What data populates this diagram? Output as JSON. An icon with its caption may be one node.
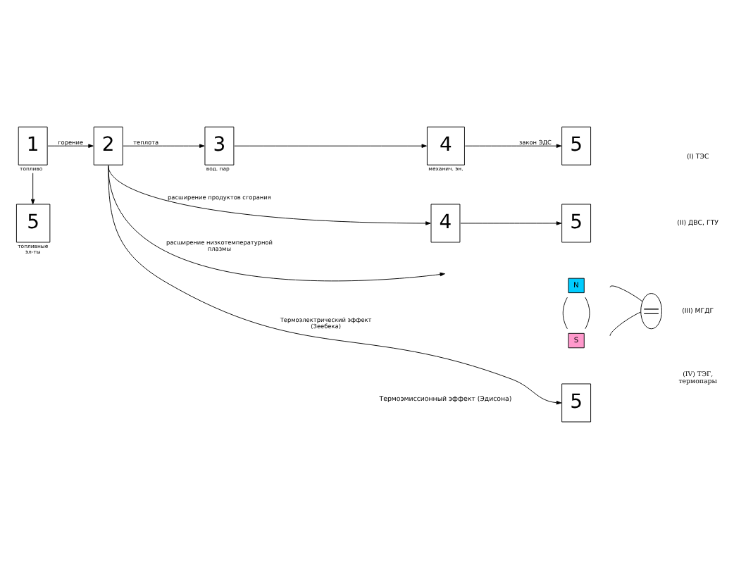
{
  "diagram": {
    "nodes": [
      {
        "text": [
          "1"
        ],
        "beside": [
          "топливо"
        ]
      },
      {
        "text": [
          "2"
        ]
      },
      {
        "text": [
          "3"
        ],
        "beside": [
          "вод. пар"
        ]
      },
      {
        "text": [
          "4"
        ],
        "beside": [
          "механич. эн."
        ]
      },
      {
        "text": [
          "5"
        ]
      },
      {
        "text": [
          "5"
        ],
        "beside": [
          "топливные эл-ты"
        ]
      },
      {
        "text": [
          "4"
        ]
      },
      {
        "text": [
          "5"
        ]
      },
      {
        "text": [
          "N"
        ]
      },
      {
        "text": [
          "S"
        ]
      },
      {
        "text": [],
        "shape": "ellipse"
      },
      {
        "text": [
          "5"
        ]
      }
    ],
    "edges": [
      {
        "from": 0,
        "to": 1,
        "arrow": "to",
        "label": "горение"
      },
      {
        "from": 1,
        "to": 2,
        "arrow": "to",
        "label": "теплота"
      },
      {
        "from": 2,
        "to": 3,
        "arrow": "to"
      },
      {
        "from": 3,
        "to": 4,
        "arrow": "to",
        "label": "закон ЭДС"
      },
      {
        "from": 0,
        "to": 5,
        "arrow": "to"
      },
      {
        "from": 1,
        "to": 6,
        "arrow": "to",
        "label": "расширение продуктов сгорания"
      },
      {
        "from": 6,
        "to": 7,
        "arrow": "to"
      },
      {
        "from": 1,
        "to": null,
        "arrow": "to",
        "label": "расширение низкотемпературной плазмы"
      },
      {
        "from": 8,
        "to": 9,
        "arrow": "none"
      },
      {
        "from": 8,
        "to": 9,
        "arrow": "none"
      },
      {
        "from": 10,
        "to": null,
        "arrow": "none"
      },
      {
        "from": 10,
        "to": null,
        "arrow": "none"
      },
      {
        "from": 1,
        "to": 11,
        "arrow": "to",
        "label": "Термоэлектрический эффект (Зеебека)"
      }
    ],
    "labels": [
      "(I) ТЭС",
      "(II) ДВС, ГТУ",
      "(III) МГДГ",
      "(IV) ТЭГ, термопары",
      "Термоэмиссионный эффект (Эдисона)"
    ]
  }
}
